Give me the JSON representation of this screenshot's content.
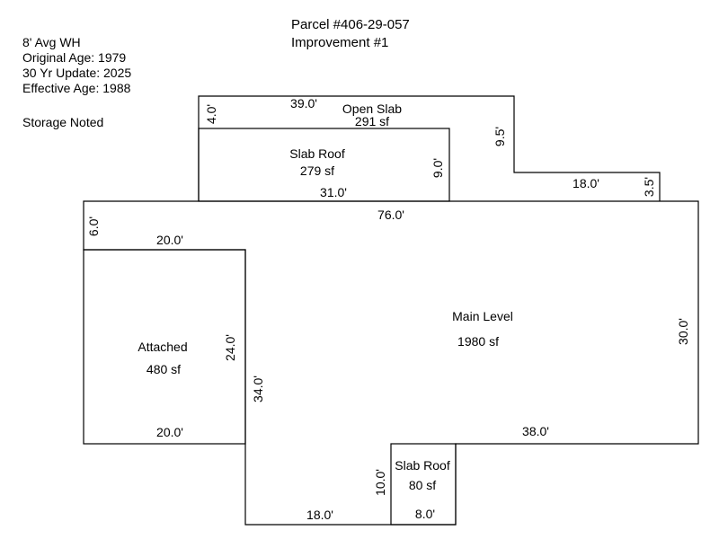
{
  "header": {
    "parcel": "Parcel #406-29-057",
    "improvement": "Improvement #1"
  },
  "notes": [
    "8' Avg WH",
    "Original Age: 1979",
    "30 Yr Update: 2025",
    "Effective Age: 1988",
    "Storage Noted"
  ],
  "areas": {
    "open_slab": {
      "name": "Open Slab",
      "area": "291 sf"
    },
    "slab_roof_top": {
      "name": "Slab Roof",
      "area": "279 sf"
    },
    "main_level": {
      "name": "Main Level",
      "area": "1980 sf"
    },
    "attached": {
      "name": "Attached",
      "area": "480 sf"
    },
    "slab_roof_bottom": {
      "name": "Slab Roof",
      "area": "80 sf"
    }
  },
  "dimensions": {
    "open_slab_top": "39.0'",
    "open_slab_left": "4.0'",
    "open_slab_right": "9.5'",
    "open_slab_step": "18.0'",
    "open_slab_step_right": "3.5'",
    "slab_roof_width": "31.0'",
    "slab_roof_right": "9.0'",
    "main_top": "76.0'",
    "main_left_top": "6.0'",
    "main_right": "30.0'",
    "main_bottom_right": "38.0'",
    "main_inner_left": "34.0'",
    "main_bottom_left": "18.0'",
    "main_notch": "10.0'",
    "attached_top": "20.0'",
    "attached_bottom": "20.0'",
    "attached_right": "24.0'",
    "slab_roof_bottom_width": "8.0'"
  }
}
